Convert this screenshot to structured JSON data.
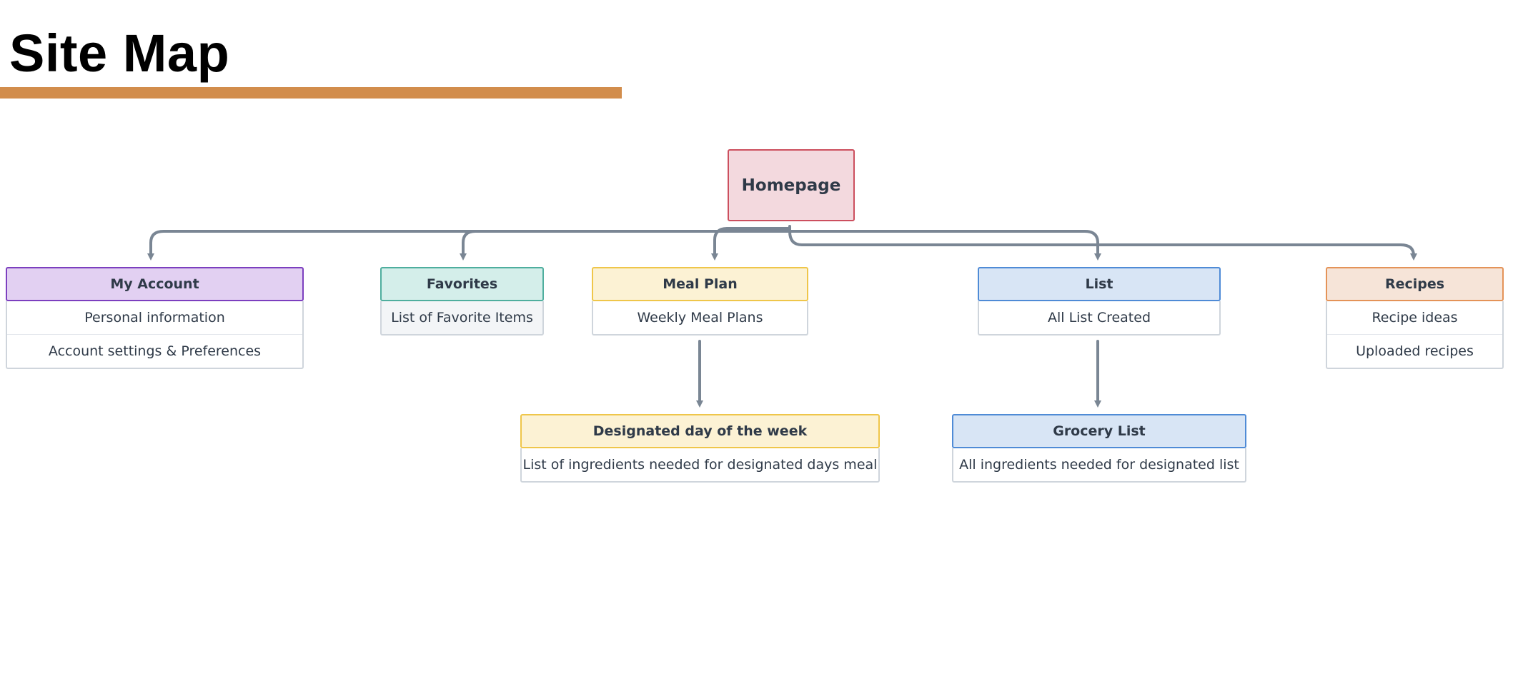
{
  "title": "Site Map",
  "colors": {
    "title_rule": "#d28d4c",
    "connector": "#7a8694",
    "homepage": {
      "border": "#cc4f5e",
      "fill": "#f3d9de"
    },
    "my_account": {
      "border": "#7c3fbf",
      "fill": "#e2d0f2"
    },
    "favorites": {
      "border": "#4fae9e",
      "fill": "#d4eeea"
    },
    "meal_plan": {
      "border": "#efc64a",
      "fill": "#fcf2d4"
    },
    "list": {
      "border": "#4f8bd6",
      "fill": "#d8e5f5"
    },
    "recipes": {
      "border": "#e49358",
      "fill": "#f6e4d8"
    }
  },
  "diagram": {
    "root": {
      "label": "Homepage"
    },
    "my_account": {
      "label": "My Account",
      "items": [
        "Personal information",
        "Account settings & Preferences"
      ]
    },
    "favorites": {
      "label": "Favorites",
      "items": [
        "List of Favorite Items"
      ]
    },
    "meal_plan": {
      "label": "Meal Plan",
      "items": [
        "Weekly Meal Plans"
      ]
    },
    "list": {
      "label": "List",
      "items": [
        "All List Created"
      ]
    },
    "recipes": {
      "label": "Recipes",
      "items": [
        "Recipe ideas",
        "Uploaded recipes"
      ]
    },
    "designated_day": {
      "label": "Designated day of the week",
      "items": [
        "List of ingredients needed for designated days meal"
      ]
    },
    "grocery_list": {
      "label": "Grocery List",
      "items": [
        "All ingredients needed for designated list"
      ]
    }
  }
}
